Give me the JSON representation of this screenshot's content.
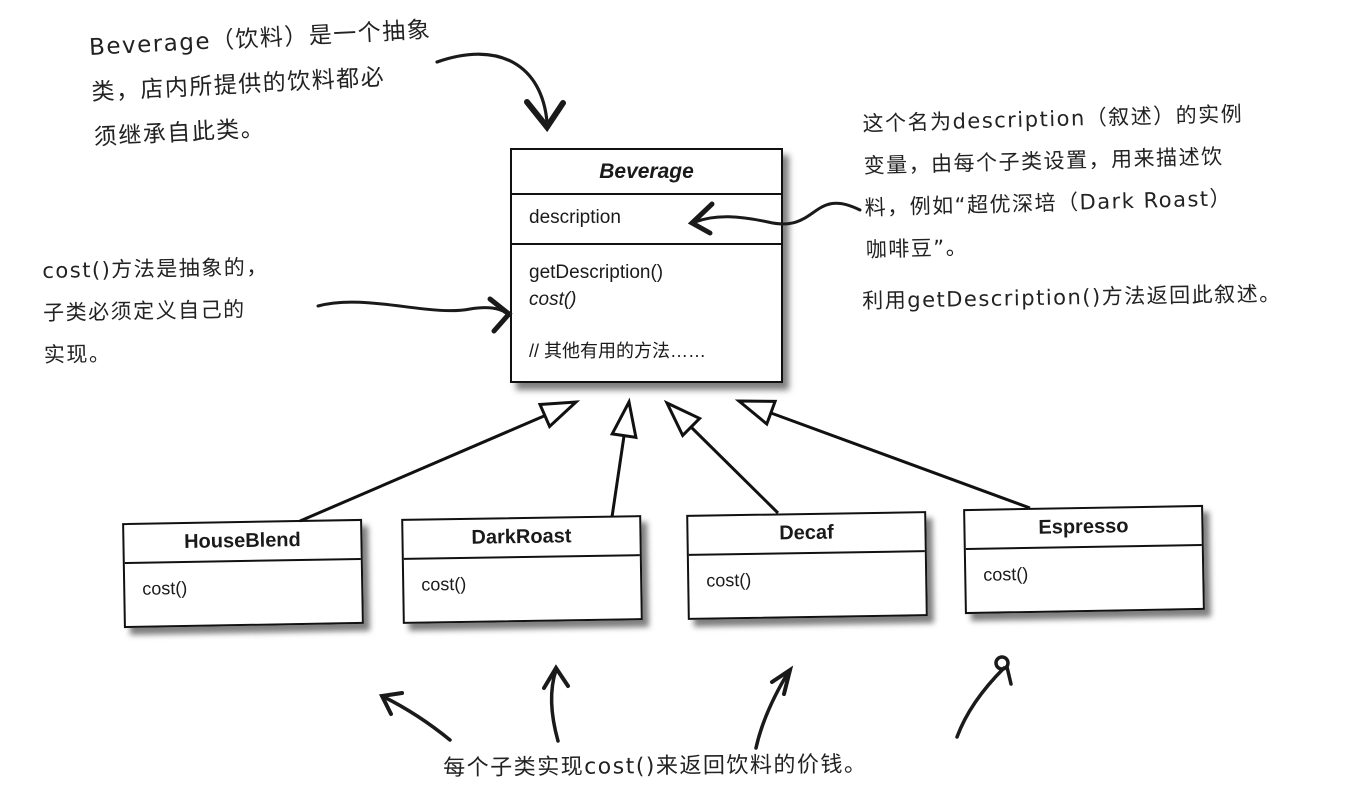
{
  "colors": {
    "ink": "#1a1a1a",
    "paper": "#ffffff"
  },
  "diagram": {
    "beverage": {
      "name": "Beverage",
      "attributes": [
        "description"
      ],
      "methods": [
        "getDescription()",
        "cost()"
      ],
      "comment": "// 其他有用的方法……"
    },
    "subclasses": [
      {
        "name": "HouseBlend",
        "methods": [
          "cost()"
        ]
      },
      {
        "name": "DarkRoast",
        "methods": [
          "cost()"
        ]
      },
      {
        "name": "Decaf",
        "methods": [
          "cost()"
        ]
      },
      {
        "name": "Espresso",
        "methods": [
          "cost()"
        ]
      }
    ]
  },
  "annotations": {
    "top_left": {
      "lines": [
        "Beverage（饮料）是一个抽象",
        "类，店内所提供的饮料都必",
        "须继承自此类。"
      ]
    },
    "right_description": {
      "lines": [
        "这个名为description（叙述）的实例",
        "变量，由每个子类设置，用来描述饮",
        "料，例如“超优深培（Dark Roast）",
        "咖啡豆”。"
      ]
    },
    "right_get_description": "利用getDescription()方法返回此叙述。",
    "left_cost": {
      "lines": [
        "cost()方法是抽象的，",
        "子类必须定义自己的",
        "实现。"
      ]
    },
    "bottom": "每个子类实现cost()来返回饮料的价钱。"
  }
}
